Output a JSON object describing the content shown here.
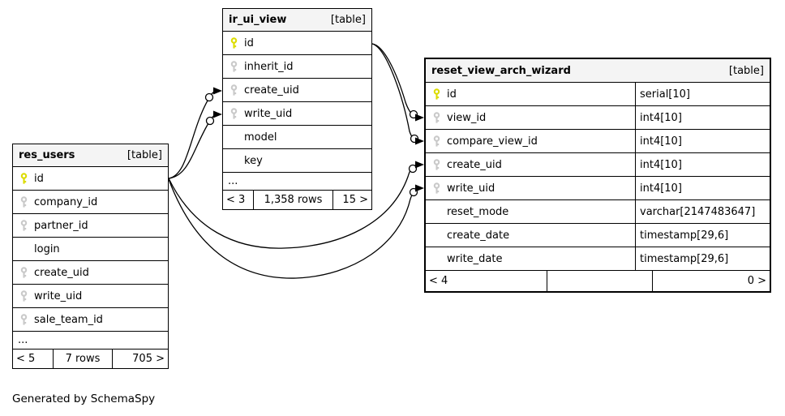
{
  "footer_note": "Generated by SchemaSpy",
  "colors": {
    "pk_key": "#dcdc00",
    "fk_key": "#c9c9c9",
    "header_bg": "#f4f4f4",
    "border": "#000000",
    "edge": "#000000"
  },
  "tables": [
    {
      "name": "res_users",
      "badge": "[table]",
      "show_types": false,
      "columns": [
        {
          "name": "id",
          "key": "primary"
        },
        {
          "name": "company_id",
          "key": "foreign"
        },
        {
          "name": "partner_id",
          "key": "foreign"
        },
        {
          "name": "login",
          "key": "none"
        },
        {
          "name": "create_uid",
          "key": "foreign"
        },
        {
          "name": "write_uid",
          "key": "foreign"
        },
        {
          "name": "sale_team_id",
          "key": "foreign"
        }
      ],
      "more_columns_indicator": "...",
      "footer": {
        "left": "< 5",
        "center": "7 rows",
        "right": "705 >"
      }
    },
    {
      "name": "ir_ui_view",
      "badge": "[table]",
      "show_types": false,
      "columns": [
        {
          "name": "id",
          "key": "primary"
        },
        {
          "name": "inherit_id",
          "key": "foreign"
        },
        {
          "name": "create_uid",
          "key": "foreign"
        },
        {
          "name": "write_uid",
          "key": "foreign"
        },
        {
          "name": "model",
          "key": "none"
        },
        {
          "name": "key",
          "key": "none"
        }
      ],
      "more_columns_indicator": "...",
      "footer": {
        "left": "< 3",
        "center": "1,358 rows",
        "right": "15 >"
      }
    },
    {
      "name": "reset_view_arch_wizard",
      "badge": "[table]",
      "show_types": true,
      "columns": [
        {
          "name": "id",
          "type": "serial[10]",
          "key": "primary"
        },
        {
          "name": "view_id",
          "type": "int4[10]",
          "key": "foreign"
        },
        {
          "name": "compare_view_id",
          "type": "int4[10]",
          "key": "foreign"
        },
        {
          "name": "create_uid",
          "type": "int4[10]",
          "key": "foreign"
        },
        {
          "name": "write_uid",
          "type": "int4[10]",
          "key": "foreign"
        },
        {
          "name": "reset_mode",
          "type": "varchar[2147483647]",
          "key": "none"
        },
        {
          "name": "create_date",
          "type": "timestamp[29,6]",
          "key": "none"
        },
        {
          "name": "write_date",
          "type": "timestamp[29,6]",
          "key": "none"
        }
      ],
      "more_columns_indicator": null,
      "footer": {
        "left": "< 4",
        "center": "",
        "right": "0 >"
      }
    }
  ],
  "relationships": [
    {
      "from": "res_users.id",
      "to": "ir_ui_view.create_uid"
    },
    {
      "from": "res_users.id",
      "to": "ir_ui_view.write_uid"
    },
    {
      "from": "res_users.id",
      "to": "reset_view_arch_wizard.create_uid"
    },
    {
      "from": "res_users.id",
      "to": "reset_view_arch_wizard.write_uid"
    },
    {
      "from": "ir_ui_view.id",
      "to": "reset_view_arch_wizard.view_id"
    },
    {
      "from": "ir_ui_view.id",
      "to": "reset_view_arch_wizard.compare_view_id"
    }
  ]
}
